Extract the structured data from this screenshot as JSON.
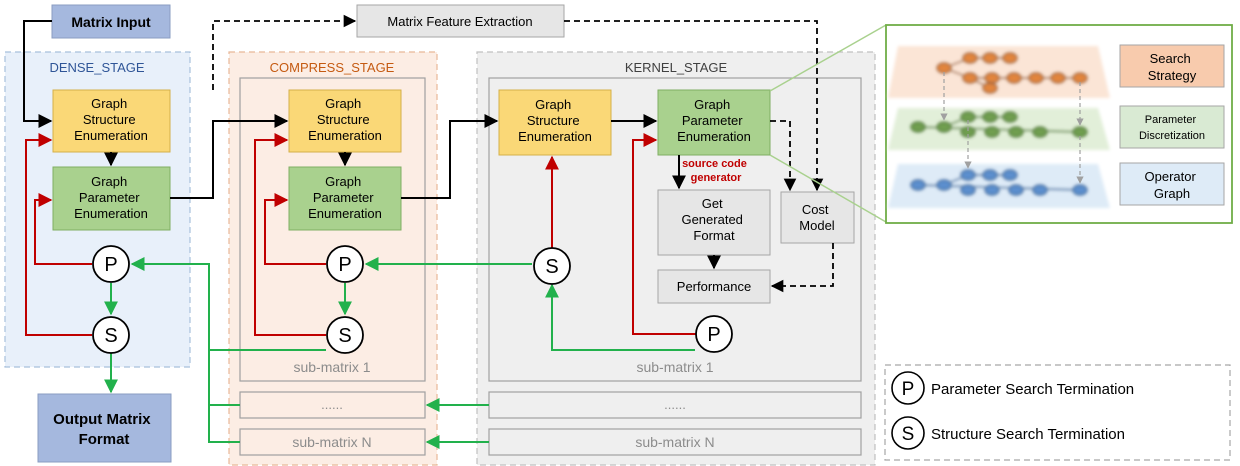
{
  "colors": {
    "yellow_box": "#fad877",
    "green_box": "#a9d18e",
    "blue_box": "#a5b8de",
    "gray_box": "#e6e6e6",
    "dense_bg": "#e8f0fa",
    "compress_bg": "#fcede4",
    "kernel_bg": "#efefef",
    "red_arrow": "#c00000",
    "green_arrow": "#22b14c",
    "inset_border": "#70ad47",
    "search_strategy_bg": "#f8cbad",
    "param_disc_bg": "#d9ead3",
    "operator_graph_bg": "#deebf7",
    "source_code_label": "#c00000"
  },
  "labels": {
    "matrix_input": "Matrix Input",
    "output_matrix_format": [
      "Output Matrix",
      "Format"
    ],
    "matrix_feature_extraction": "Matrix Feature Extraction",
    "dense_stage": "DENSE_STAGE",
    "compress_stage": "COMPRESS_STAGE",
    "kernel_stage": "KERNEL_STAGE",
    "graph_structure_enumeration": [
      "Graph",
      "Structure",
      "Enumeration"
    ],
    "graph_parameter_enumeration": [
      "Graph",
      "Parameter",
      "Enumeration"
    ],
    "source_code_generator": [
      "source code",
      "generator"
    ],
    "get_generated_format": [
      "Get",
      "Generated",
      "Format"
    ],
    "cost_model": [
      "Cost",
      "Model"
    ],
    "performance": "Performance",
    "p": "P",
    "s": "S",
    "sub_matrix_1": "sub-matrix 1",
    "ellipsis": "......",
    "sub_matrix_n": "sub-matrix N",
    "search_strategy": [
      "Search",
      "Strategy"
    ],
    "parameter_discretization": [
      "Parameter",
      "Discretization"
    ],
    "operator_graph": [
      "Operator",
      "Graph"
    ],
    "legend_p": "Parameter Search Termination",
    "legend_s": "Structure Search Termination"
  }
}
